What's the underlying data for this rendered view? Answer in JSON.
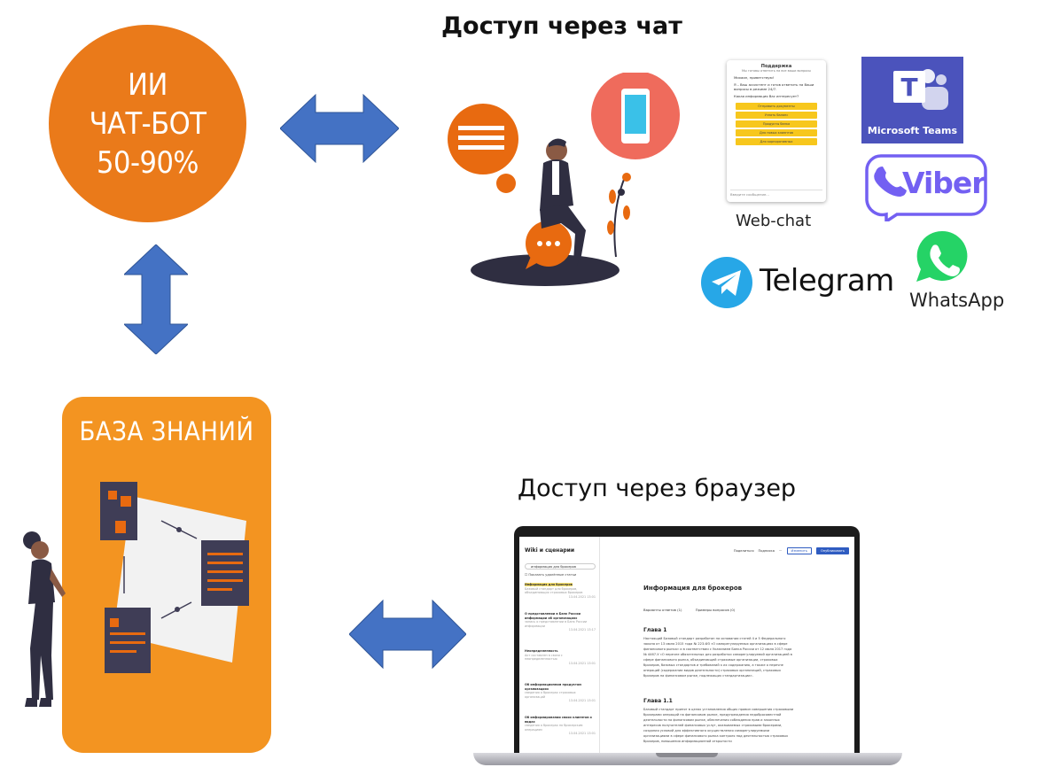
{
  "bot": {
    "line1": "ИИ",
    "line2": "ЧАТ-БОТ",
    "line3": "50-90%"
  },
  "chat_heading": "Доступ через чат",
  "browser_heading": "Доступ через браузер",
  "knowledge_base": {
    "title": "БАЗА ЗНАНИЙ"
  },
  "channels": {
    "webchat_label": "Web-chat",
    "teams_label": "Microsoft Teams",
    "viber_label": "Viber",
    "telegram_label": "Telegram",
    "whatsapp_label": "WhatsApp"
  },
  "webchat_widget": {
    "title": "Поддержка",
    "subtitle": "Мы готовы ответить на все ваши вопросы",
    "greeting": "Михаил, приветствую!",
    "intro": "Я – Ваш ассистент и готов ответить на Ваши вопросы в режиме 24/7.",
    "question": "Какая информация Вас интересует?",
    "options": [
      "Отправить документы",
      "Узнать баланс",
      "Продукты банка",
      "Для новых клиентов",
      "Для корпоративных"
    ],
    "input_placeholder": "Введите сообщение..."
  },
  "wiki": {
    "sidebar_title": "Wiki и сценарии",
    "search_value": "информация для брокеров",
    "show_deleted": "Показать удалённые статьи",
    "articles": [
      {
        "title": "Информация для брокеров",
        "snippet": "Базовый стандарт для брокеров, объединяющих страховых брокеров",
        "date": "13.04.2021 13:01"
      },
      {
        "title": "О представлении в Банк России информации об организациях",
        "snippet": "запись о представлении в Банк России информации",
        "date": "13.04.2021 13:17"
      },
      {
        "title": "Неопределенность",
        "snippet": "Акт составлен в связи с неопределенностью",
        "date": "13.04.2021 13:01"
      },
      {
        "title": "Об информационном продуктом организациях",
        "snippet": "сведения о брокерах страховых организаций",
        "date": "13.04.2021 13:01"
      },
      {
        "title": "Об информировании своих клиентов о видах",
        "snippet": "сведения о брокерах по брокерским операциям",
        "date": "13.04.2021 13:01"
      }
    ],
    "toolbar": {
      "share": "Поделиться",
      "subscribe": "Подписка",
      "edit": "Изменить",
      "publish": "Опубликовать"
    },
    "doc_title": "Информация для брокеров",
    "answers_link": "Варианты ответов (1)",
    "questions_link": "Примеры вопросов (0)",
    "chapter1": "Глава 1",
    "chapter1_text": "Настоящий Базовый стандарт разработан на основании статей 4 и 5 Федерального закона от 13 июля 2015 года № 223-ФЗ «О саморегулируемых организациях в сфере финансового рынка» и в соответствии с Указанием Банка России от 12 июля 2017 года № 4467-У «О перечне обязательных для разработки саморегулируемой организацией в сфере финансового рынка, объединяющей страховые организации, страховых брокеров, базовых стандартов и требований к их содержанию, а также о перечне операций (содержании видов деятельности) страховых организаций, страховых брокеров на финансовом рынке, подлежащих стандартизации».",
    "chapter11": "Глава 1.1",
    "chapter11_text": "Базовый стандарт принят в целях установления общих правил совершения страховыми брокерами операций на финансовом рынке, предупреждения недобросовестной деятельности на финансовом рынке, обеспечения соблюдения прав и законных интересов получателей финансовых услуг, оказываемых страховыми брокерами, создания условий для эффективного осуществления саморегулируемыми организациями в сфере финансового рынка контроля над деятельностью страховых брокеров, повышения информационной открытости"
  },
  "colors": {
    "bot_orange": "#ea7a1a",
    "kb_orange": "#f39421",
    "arrow_blue": "#4472c4",
    "teams_purple": "#4b53bc",
    "viber_purple": "#7360f2",
    "telegram_blue": "#27a7e7",
    "whatsapp_green": "#25d366"
  }
}
